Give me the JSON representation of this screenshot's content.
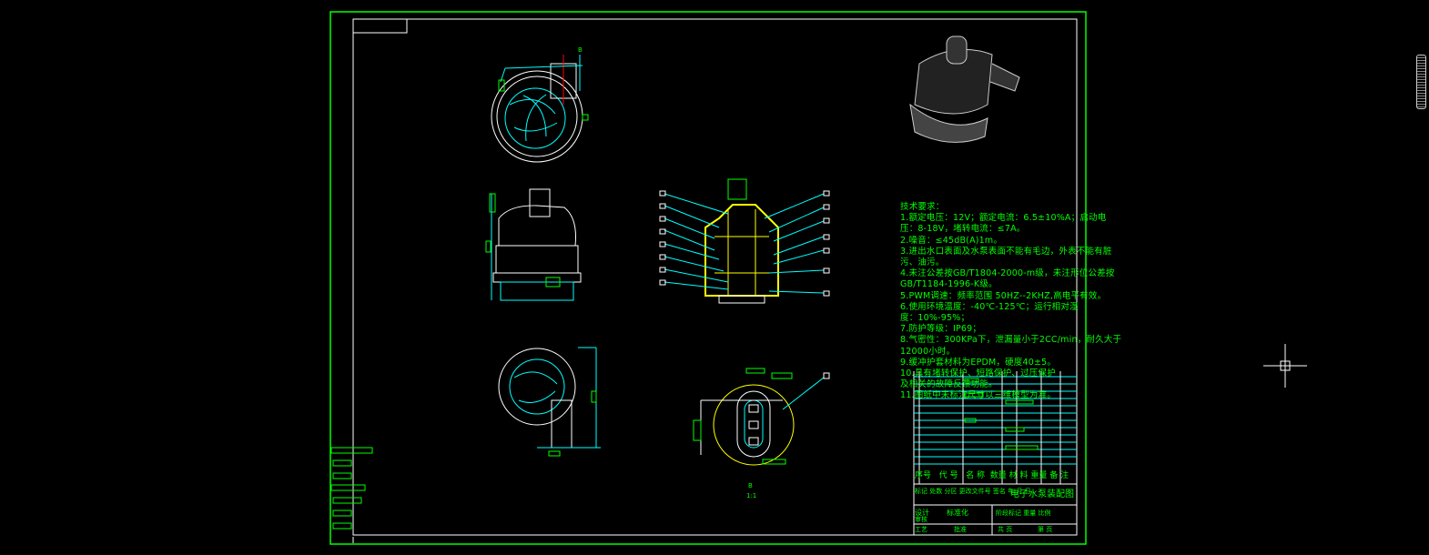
{
  "drawing": {
    "title": "电子水泵装配图",
    "section_label_top": "B",
    "section_label_bottom": "B",
    "scale_label": "1:1",
    "colors": {
      "background": "#000000",
      "frame": "#00ff00",
      "border": "#ffffff",
      "lines": "#00ffff",
      "section": "#ffff00"
    }
  },
  "tech_requirements": {
    "lines": [
      "技术要求：",
      "1.额定电压：12V；额定电流：6.5±10%A；启动电",
      "压：8-18V，堵转电流：≤7A。",
      "2.噪音：≤45dB(A)1m。",
      "3.进出水口表面及水泵表面不能有毛边，外表不能有脏",
      "污、油污。",
      "4.未注公差按GB/T1804-2000-m级，未注形位公差按",
      "GB/T1184-1996-K级。",
      "5.PWM调速：频率范围 50HZ--2KHZ,高电平有效。",
      "6.使用环境温度：-40℃-125℃；运行相对湿",
      "度：10%-95%；",
      "7.防护等级：IP69；",
      "8.气密性：300KPa下，泄漏量小于2CC/min，耐久大于",
      "12000小时。",
      "9.缓冲护套材料为EPDM，硬度40±5。",
      "10.具有堵转保护、短路保护、过压保护",
      "及相关的故障反馈功能。",
      "11.图纸中未标注尺寸以三维模型为准。"
    ]
  },
  "title_block": {
    "bom_headers": [
      "序号",
      "代 号",
      "名 称",
      "数量",
      "材 料",
      "重量",
      "备 注"
    ],
    "change_row": "标记 处数 分区 更改文件号 签名 年.月.日",
    "design": "设计",
    "standardization": "标准化",
    "stage_mark": "阶段标记 重量 比例",
    "review": "审核",
    "process": "工艺",
    "approve": "批准",
    "sheets": "共  页",
    "sheet_no": "第  页",
    "drawing_name": "电子水泵装配图"
  },
  "scrollbar": {
    "position": 0.0
  }
}
